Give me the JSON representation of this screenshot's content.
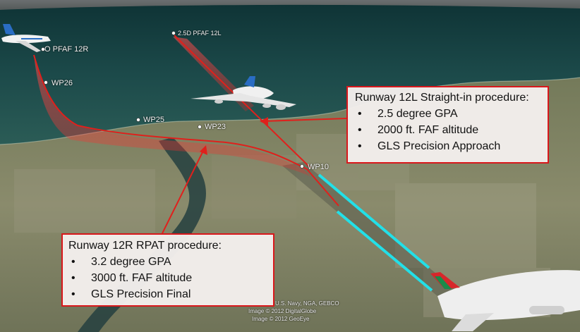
{
  "callouts": {
    "runway_12l": {
      "title": "Runway 12L Straight-in procedure:",
      "items": [
        "2.5 degree GPA",
        "2000 ft. FAF altitude",
        "GLS Precision Approach"
      ]
    },
    "runway_12r": {
      "title": "Runway 12R RPAT procedure:",
      "items": [
        "3.2 degree GPA",
        "3000 ft. FAF altitude",
        "GLS Precision Final"
      ]
    }
  },
  "waypoints": {
    "pfaf_12r": "O PFAF 12R",
    "pfaf_12l": "2.5D PFAF 12L",
    "wp26": "WP26",
    "wp25": "WP25",
    "wp23": "WP23",
    "wp10": "WP10"
  },
  "credits": {
    "line1": "U.S. Navy, NGA, GEBCO",
    "line2": "Image © 2012 DigitalGlobe",
    "line3": "Image © 2012 GeoEye"
  },
  "colors": {
    "callout_border": "#d9171b",
    "path_red": "#e0201c",
    "runway_cyan": "#22e0e8",
    "sea": "#1f4a4c",
    "land": "#7a7d5e"
  }
}
